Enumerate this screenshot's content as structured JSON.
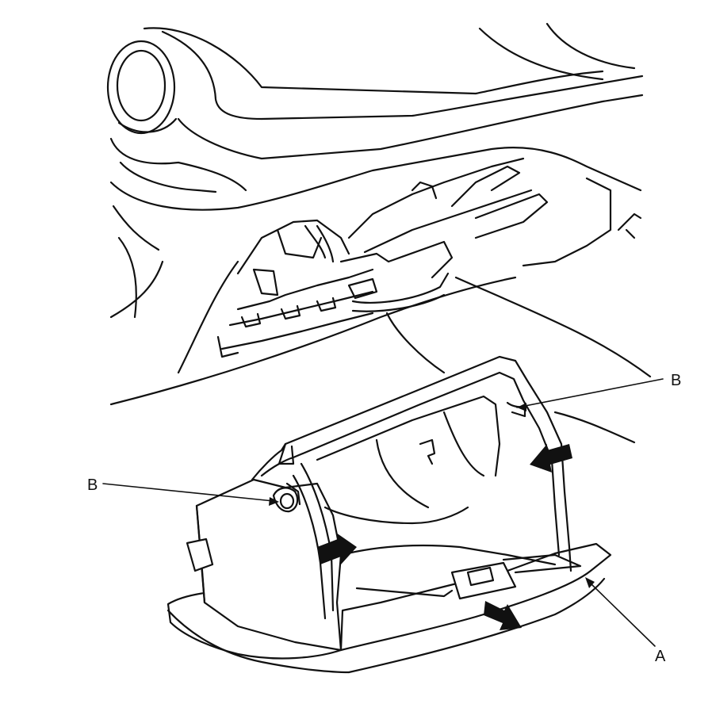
{
  "callouts": {
    "b_right": "B",
    "b_left": "B",
    "a": "A"
  },
  "colors": {
    "line": "#111111",
    "background": "#ffffff",
    "arrow_fill": "#111111"
  }
}
